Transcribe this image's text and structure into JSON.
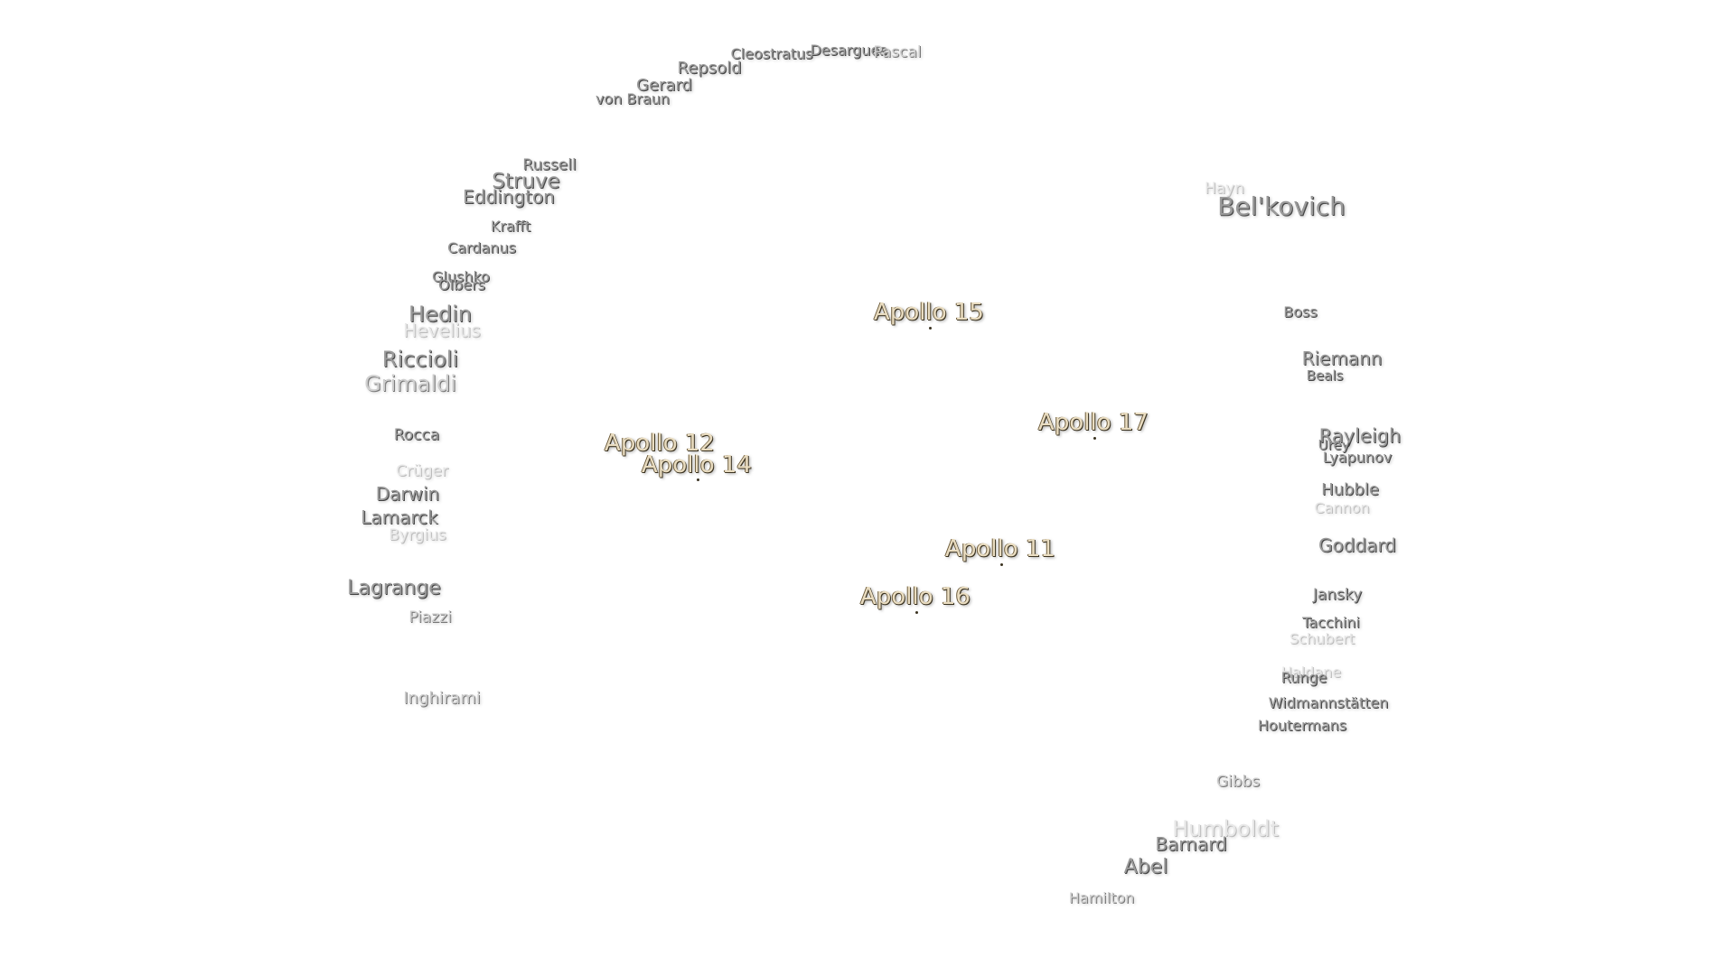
{
  "apollo_sites": [
    {
      "name": "Apollo 15"
    },
    {
      "name": "Apollo 17"
    },
    {
      "name": "Apollo 12"
    },
    {
      "name": "Apollo 14"
    },
    {
      "name": "Apollo 11"
    },
    {
      "name": "Apollo 16"
    }
  ],
  "craters": [
    {
      "name": "Cleostratus"
    },
    {
      "name": "Desargues"
    },
    {
      "name": "Pascal"
    },
    {
      "name": "Repsold"
    },
    {
      "name": "Gerard"
    },
    {
      "name": "von Braun"
    },
    {
      "name": "Russell"
    },
    {
      "name": "Struve"
    },
    {
      "name": "Eddington"
    },
    {
      "name": "Krafft"
    },
    {
      "name": "Cardanus"
    },
    {
      "name": "Glushko"
    },
    {
      "name": "Olbers"
    },
    {
      "name": "Hedin"
    },
    {
      "name": "Hevelius"
    },
    {
      "name": "Riccioli"
    },
    {
      "name": "Grimaldi"
    },
    {
      "name": "Rocca"
    },
    {
      "name": "Crüger"
    },
    {
      "name": "Darwin"
    },
    {
      "name": "Lamarck"
    },
    {
      "name": "Byrgius"
    },
    {
      "name": "Lagrange"
    },
    {
      "name": "Piazzi"
    },
    {
      "name": "Inghirami"
    },
    {
      "name": "Hayn"
    },
    {
      "name": "Bel'kovich"
    },
    {
      "name": "Boss"
    },
    {
      "name": "Riemann"
    },
    {
      "name": "Beals"
    },
    {
      "name": "Rayleigh"
    },
    {
      "name": "Urey"
    },
    {
      "name": "Lyapunov"
    },
    {
      "name": "Hubble"
    },
    {
      "name": "Cannon"
    },
    {
      "name": "Goddard"
    },
    {
      "name": "Jansky"
    },
    {
      "name": "Tacchini"
    },
    {
      "name": "Schubert"
    },
    {
      "name": "Haldane"
    },
    {
      "name": "Runge"
    },
    {
      "name": "Widmannstätten"
    },
    {
      "name": "Houtermans"
    },
    {
      "name": "Gibbs"
    },
    {
      "name": "Humboldt"
    },
    {
      "name": "Barnard"
    },
    {
      "name": "Abel"
    },
    {
      "name": "Hamilton"
    }
  ]
}
